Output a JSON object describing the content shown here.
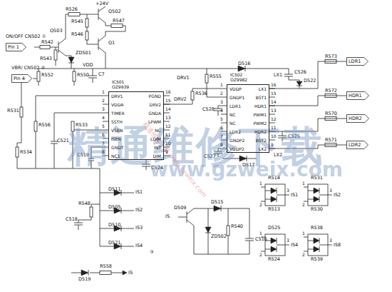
{
  "diagram": {
    "nodes": [
      {
        "text": [
          "IC501",
          "OZ9939",
          "DRV1",
          "VDDA",
          "TIMER",
          "SSTH",
          "VSEN",
          "ISEN",
          "GNDT",
          "NC1",
          "PGND",
          "DRV2",
          "GNDA",
          "LPWM",
          "NC",
          "LDIM",
          "INT",
          "DIM"
        ]
      },
      {
        "text": [
          "IC502",
          "OZ9982",
          "VDDP",
          "GNDP1",
          "LDR1",
          "NC",
          "NC",
          "LDR2",
          "GNDP2",
          "VDDP2",
          "LX1",
          "BST1",
          "HDR1",
          "PWM1",
          "PWM2",
          "HDR2",
          "BST2",
          "LX2"
        ]
      },
      {
        "text": [
          "ON/OFF CN502 ①",
          "Pin 1"
        ]
      },
      {
        "text": [
          "VBR/ CN502 ②",
          "Pin 4"
        ]
      },
      {
        "text": [
          "LDR1"
        ]
      },
      {
        "text": [
          "HDR1"
        ]
      },
      {
        "text": [
          "HDR2"
        ]
      },
      {
        "text": [
          "LDR2"
        ]
      }
    ],
    "edges": [
      {
        "from": 1,
        "to": 4,
        "arrow": "none"
      },
      {
        "from": 1,
        "to": 5,
        "arrow": "none"
      },
      {
        "from": 1,
        "to": 6,
        "arrow": "none"
      },
      {
        "from": 1,
        "to": 7,
        "arrow": "none"
      }
    ],
    "labels": [
      "R526",
      "+24V",
      "Q502",
      "R547",
      "R545",
      "R546",
      "Q503",
      "R542",
      "R543",
      "ZD501",
      "Q1",
      "VDD",
      "R552",
      "R550",
      "C7",
      "R556",
      "C521",
      "R533",
      "C519",
      "R534",
      "R531",
      "DRV1",
      "DRV2",
      "R536",
      "R555",
      "C528",
      "C527",
      "C524",
      "D516",
      "D517",
      "C526",
      "D522",
      "LX1",
      "LX2",
      "C525",
      "R573",
      "R572",
      "R570",
      "R571",
      "D511",
      "D505",
      "D510",
      "D521",
      "IS1",
      "IS2",
      "IS3",
      "IS4",
      "R548",
      "C518",
      "D519",
      "R558",
      "IS",
      "③",
      "IS",
      "D509",
      "ZD502",
      "R540",
      "C516",
      "D515",
      "R514",
      "R513",
      "IS1",
      "R531",
      "R530",
      "IS2",
      "D525",
      "R524",
      "IS4",
      "R538",
      "R539",
      "IS8",
      "精通维修下载",
      "www.gzweix.com",
      "精通维修下载 www.gzweix.com",
      "1",
      "2",
      "3",
      "4",
      "5",
      "6",
      "7",
      "8",
      "9",
      "10",
      "11",
      "12",
      "13",
      "14",
      "15",
      "16",
      "1",
      "2",
      "3",
      "4",
      "5",
      "6",
      "7",
      "8",
      "9",
      "10",
      "11",
      "12",
      "13",
      "14",
      "15",
      "16",
      "1",
      "2",
      "3",
      "1",
      "2",
      "3",
      "1",
      "2",
      "3",
      "1",
      "2",
      "3"
    ]
  }
}
